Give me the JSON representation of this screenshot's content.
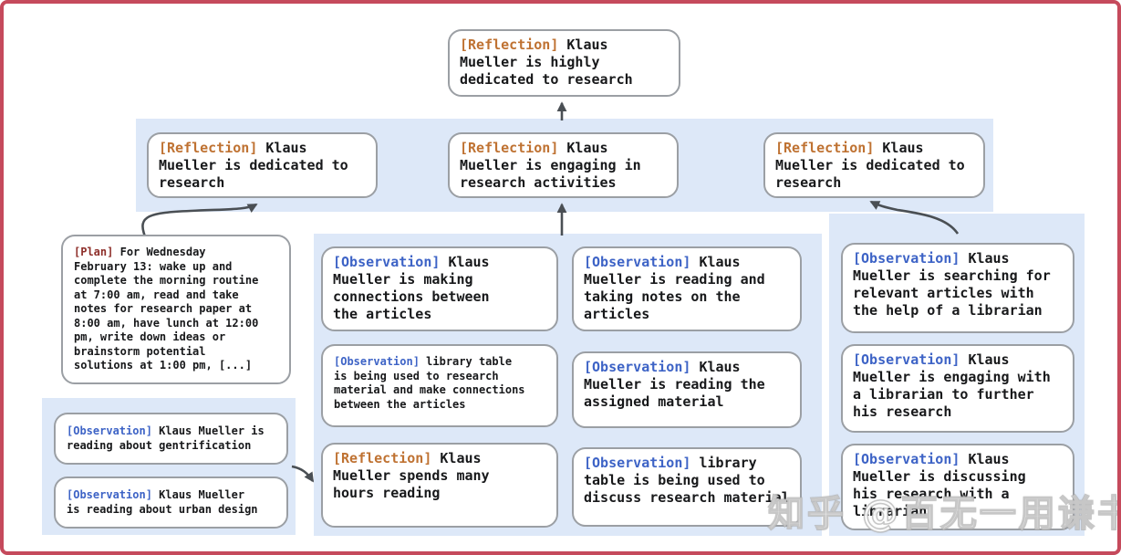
{
  "colors": {
    "frame_border": "#c54a5c",
    "band_background": "#dde8f8",
    "node_border": "#9b9fa4",
    "reflection_tag": "#bf7232",
    "plan_tag": "#8e2f2a",
    "observation_tag": "#3d63c6",
    "arrow": "#4a4f54"
  },
  "root": {
    "tag": "[Reflection]",
    "text": "Klaus\nMueller is highly\ndedicated to research"
  },
  "row2": [
    {
      "tag": "[Reflection]",
      "text": "Klaus\nMueller is dedicated to\nresearch"
    },
    {
      "tag": "[Reflection]",
      "text": "Klaus\nMueller is engaging in\nresearch activities"
    },
    {
      "tag": "[Reflection]",
      "text": "Klaus\nMueller is dedicated to\nresearch"
    }
  ],
  "plan": {
    "tag": "[Plan]",
    "text": "For Wednesday\nFebruary 13: wake up and\ncomplete the morning routine\nat 7:00 am, read and take\nnotes for research paper at\n8:00 am, have lunch at 12:00\npm, write down ideas or\nbrainstorm potential\nsolutions at 1:00 pm, [...]"
  },
  "left_group": [
    {
      "tag": "[Observation]",
      "text": "Klaus Mueller is\nreading about gentrification"
    },
    {
      "tag": "[Observation]",
      "text": "Klaus Mueller\nis reading about urban design"
    }
  ],
  "middle_group": {
    "col1": [
      {
        "tag": "[Observation]",
        "text": "Klaus\nMueller is making\nconnections between\nthe articles"
      },
      {
        "tag": "[Observation]",
        "text": "library table\nis being used to research\nmaterial and make connections\nbetween the articles"
      },
      {
        "tag": "[Reflection]",
        "text": "Klaus\nMueller spends many\nhours reading"
      }
    ],
    "col2": [
      {
        "tag": "[Observation]",
        "text": "Klaus\nMueller is reading and\ntaking notes on the\narticles"
      },
      {
        "tag": "[Observation]",
        "text": "Klaus\nMueller is reading the\nassigned material"
      },
      {
        "tag": "[Observation]",
        "text": "library\ntable is being used to\ndiscuss research material"
      }
    ]
  },
  "right_group": [
    {
      "tag": "[Observation]",
      "text": "Klaus\nMueller is searching for\nrelevant articles with\nthe help of a librarian"
    },
    {
      "tag": "[Observation]",
      "text": "Klaus\nMueller is engaging with\na librarian to further\nhis research"
    },
    {
      "tag": "[Observation]",
      "text": "Klaus\nMueller is discussing\nhis research with a\nlibrarian"
    }
  ],
  "watermark": {
    "text": "知乎 @百无一用谦书生"
  }
}
